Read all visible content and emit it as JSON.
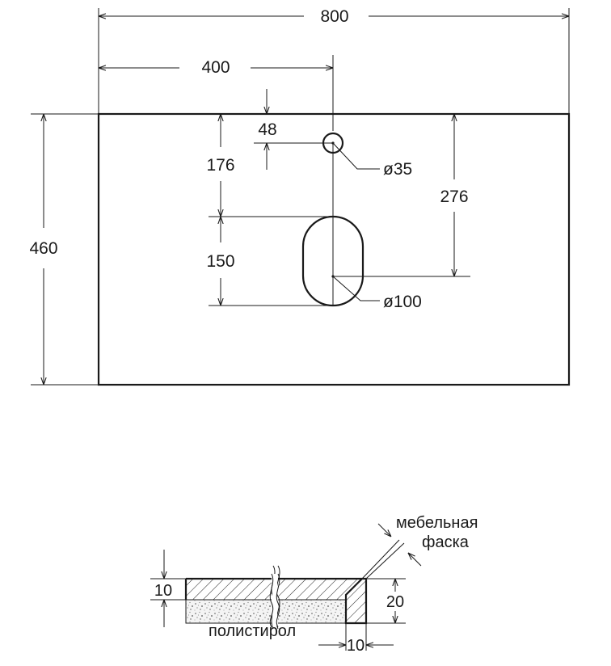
{
  "top_view": {
    "width_label": "800",
    "center_label": "400",
    "depth_label": "460",
    "tap_offset_label": "48",
    "sink_offset_label": "176",
    "sink_length_label": "150",
    "sink_center_label": "276",
    "tap_hole_label": "ø35",
    "sink_drain_label": "ø100"
  },
  "section_view": {
    "top_thickness_label": "10",
    "edge_height_label": "20",
    "edge_depth_label": "10",
    "chamfer_label_line1": "мебельная",
    "chamfer_label_line2": "фаска",
    "core_material_label": "полистирол"
  }
}
